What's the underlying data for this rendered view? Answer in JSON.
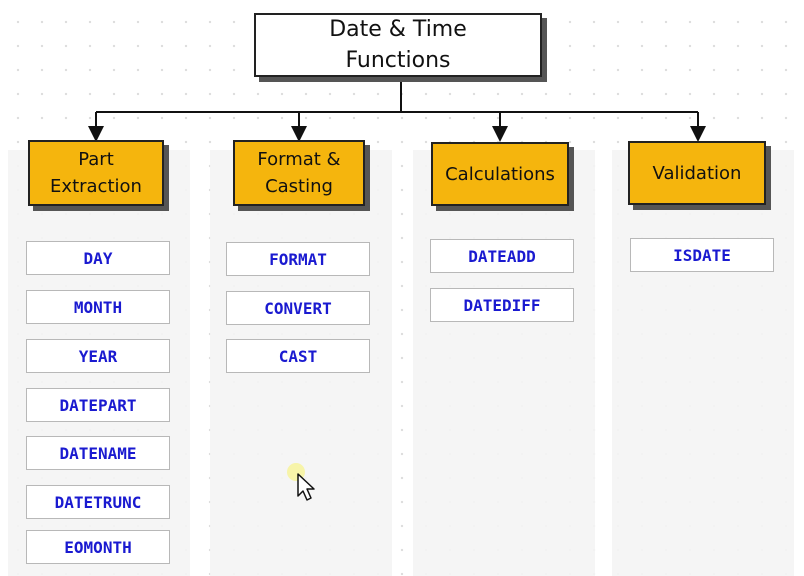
{
  "root": {
    "line1": "Date & Time",
    "line2": "Functions"
  },
  "categories": [
    {
      "line1": "Part",
      "line2": "Extraction",
      "functions": [
        "DAY",
        "MONTH",
        "YEAR",
        "DATEPART",
        "DATENAME",
        "DATETRUNC",
        "EOMONTH"
      ]
    },
    {
      "line1": "Format &",
      "line2": "Casting",
      "functions": [
        "FORMAT",
        "CONVERT",
        "CAST"
      ]
    },
    {
      "line1": "Calculations",
      "line2": "",
      "functions": [
        "DATEADD",
        "DATEDIFF"
      ]
    },
    {
      "line1": "Validation",
      "line2": "",
      "functions": [
        "ISDATE"
      ]
    }
  ],
  "colors": {
    "category_fill": "#f5b50d",
    "function_text": "#1a1ad0",
    "line": "#111111"
  }
}
